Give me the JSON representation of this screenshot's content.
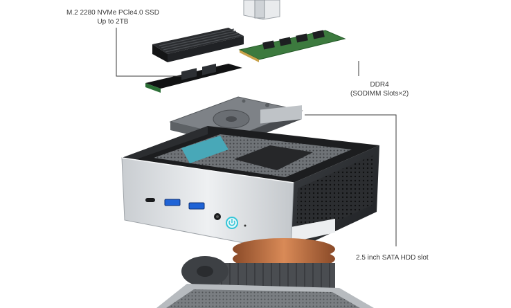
{
  "labels": {
    "ssd": {
      "line1": "M.2 2280 NVMe PCle4.0 SSD",
      "line2": "Up to 2TB"
    },
    "ram": {
      "line1": "DDR4",
      "line2": "(SODIMM Slots×2)"
    },
    "hdd": {
      "line1": "2.5 inch SATA HDD slot"
    }
  },
  "colors": {
    "callout_line": "#3a3a3a",
    "chassis_dark": "#2b2d30",
    "front_silver": "#d9dcdf",
    "pcb_green": "#2f7a3a",
    "copper": "#b86a3c",
    "usb_blue": "#1f63d6",
    "power_cyan": "#35c6d8"
  }
}
